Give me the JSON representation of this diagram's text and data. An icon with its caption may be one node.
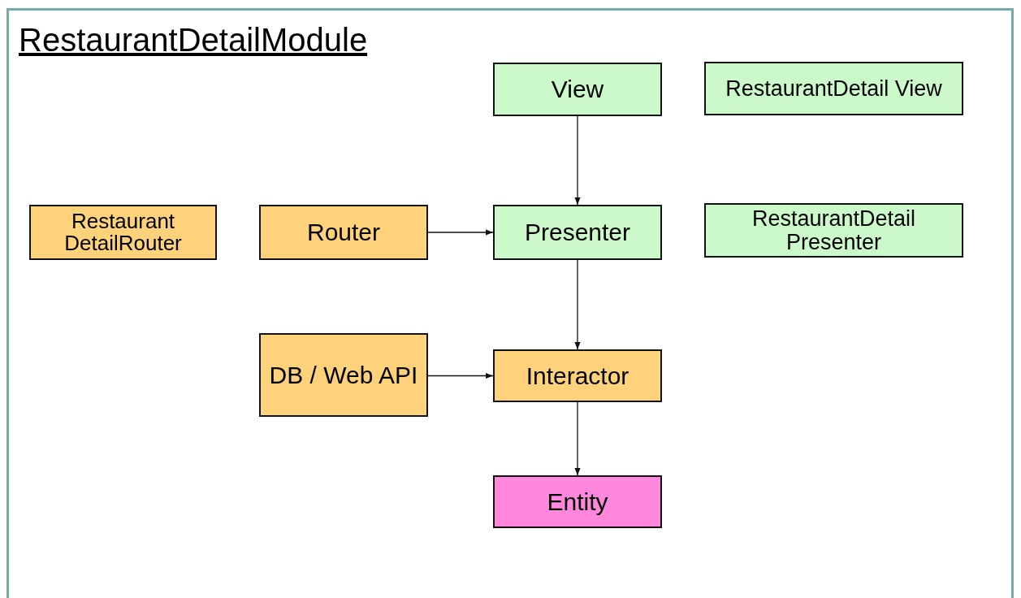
{
  "diagram": {
    "nodes": [
      {
        "text": [
          "RestaurantDetailModule"
        ]
      },
      {
        "text": [
          "View"
        ],
        "in": 0
      },
      {
        "text": [
          "RestaurantDetail View"
        ],
        "in": 0
      },
      {
        "text": [
          "Restaurant DetailRouter"
        ],
        "in": 0
      },
      {
        "text": [
          "Router"
        ],
        "in": 0
      },
      {
        "text": [
          "Presenter"
        ],
        "in": 0
      },
      {
        "text": [
          "RestaurantDetail Presenter"
        ],
        "in": 0
      },
      {
        "text": [
          "DB / Web API"
        ],
        "in": 0
      },
      {
        "text": [
          "Interactor"
        ],
        "in": 0
      },
      {
        "text": [
          "Entity"
        ],
        "in": 0
      }
    ],
    "edges": [
      {
        "from": 1,
        "to": 5,
        "arrow": "to"
      },
      {
        "from": 4,
        "to": 5,
        "arrow": "to"
      },
      {
        "from": 5,
        "to": 8,
        "arrow": "to"
      },
      {
        "from": 7,
        "to": 8,
        "arrow": "to"
      },
      {
        "from": 8,
        "to": 9,
        "arrow": "to"
      }
    ]
  }
}
